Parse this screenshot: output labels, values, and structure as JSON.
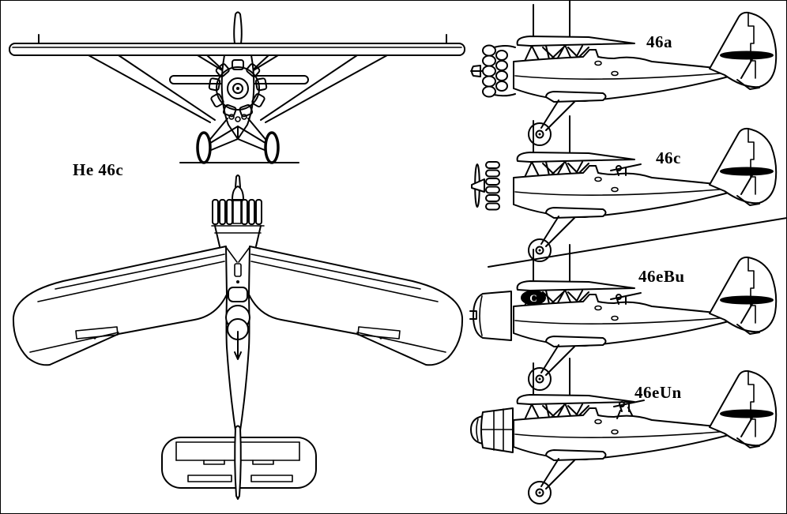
{
  "colors": {
    "ink": "#000000",
    "paper": "#ffffff"
  },
  "labels": {
    "caption": "He 46c",
    "variant_a": "46a",
    "variant_c": "46c",
    "variant_ebu": "46eBu",
    "variant_eun": "46eUn"
  },
  "markings": {
    "cowl_emblem": "C"
  }
}
